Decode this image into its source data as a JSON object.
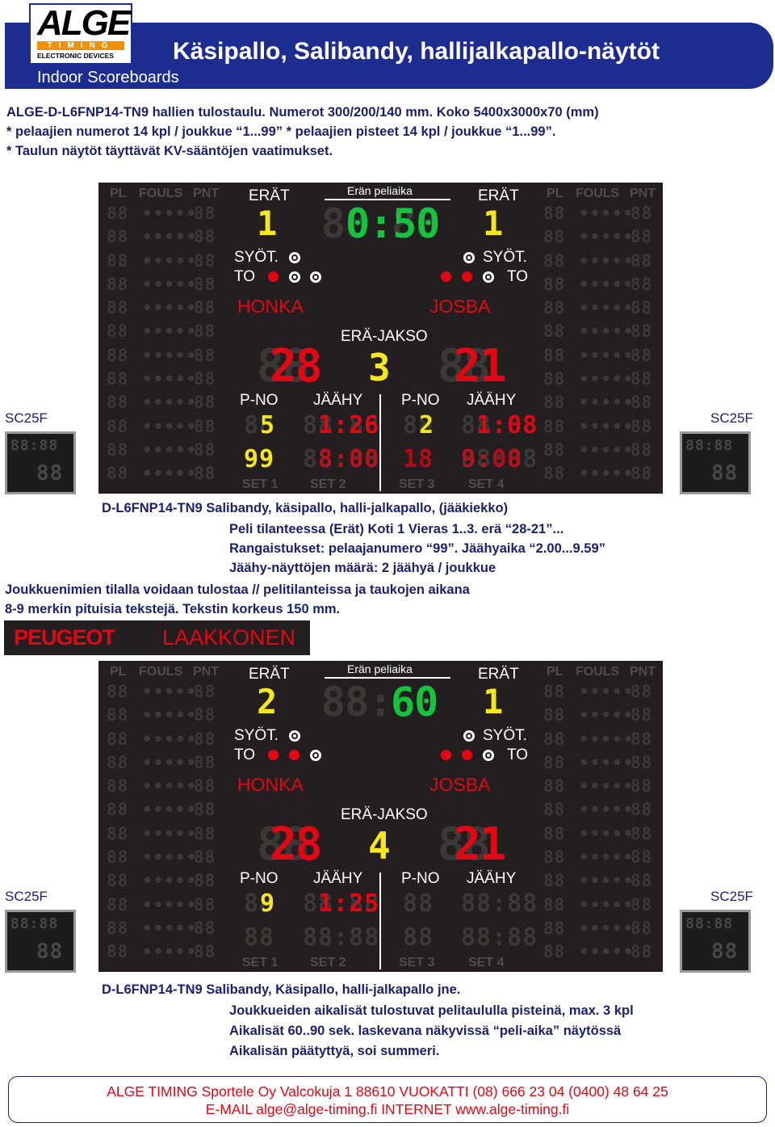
{
  "header": {
    "logo_alge": "ALGE",
    "logo_timing": "TIMING",
    "logo_sub": "ELECTRONIC DEVICES",
    "title": "Käsipallo, Salibandy, hallijalkapallo-näytöt",
    "subtitle": "Indoor Scoreboards",
    "colors": {
      "banner": "#1d2d8f",
      "text": "#1b1f6e",
      "led_red": "#e30613",
      "led_yellow": "#f5e71c",
      "led_green": "#14c43c"
    }
  },
  "intro": {
    "line1": "ALGE-D-L6FNP14-TN9 hallien tulostaulu. Numerot 300/200/140 mm. Koko 5400x3000x70 (mm)",
    "line2": "* pelaajien numerot 14 kpl / joukkue “1...99”  * pelaajien pisteet 14 kpl / joukkue “1...99”.",
    "line3": "* Taulun näytöt täyttävät KV-sääntöjen vaatimukset."
  },
  "board_labels": {
    "pl": "PL",
    "fouls": "FOULS",
    "pnt": "PNT",
    "erat": "ERÄT",
    "eran_peliaika": "Erän peliaika",
    "syot": "SYÖT.",
    "to": "TO",
    "era_jakso": "ERÄ-JAKSO",
    "pno": "P-NO",
    "jaahy": "JÄÄHY",
    "set1": "SET 1",
    "set2": "SET 2",
    "set3": "SET 3",
    "set4": "SET 4",
    "sc25f": "SC25F"
  },
  "board1": {
    "home_team": "HONKA",
    "away_team": "JOSBA",
    "home_sets": "1",
    "away_sets": "1",
    "time_ghost": "88:88",
    "time": "0:50",
    "home_score": "28",
    "away_score": "21",
    "period": "3",
    "home_pno1": "5",
    "home_pen1": "1:26",
    "home_pno2": "99",
    "home_pen2": "8:00",
    "away_pno1": "2",
    "away_pen1": "1:08",
    "away_pno2": "18",
    "away_pen2": "9:00"
  },
  "caption1": {
    "line1": "D-L6FNP14-TN9 Salibandy, käsipallo, halli-jalkapallo, (jääkiekko)",
    "line2": "Peli tilanteessa (Erät) Koti 1 Vieras 1..3. erä “28-21”...",
    "line3": "Rangaistukset: pelaajanumero “99”. Jäähyaika “2.00...9.59”",
    "line4": "Jäähy-näyttöjen määrä:  2 jäähyä / joukkue",
    "line5": "Joukkuenimien tilalla voidaan tulostaa // pelitilanteissa ja taukojen aikana",
    "line6": "8-9 merkin pituisia tekstejä. Tekstin korkeus 150 mm."
  },
  "sample_strip": {
    "left": "PEUGEOT",
    "right": "LAAKKONEN"
  },
  "board2": {
    "home_team": "HONKA",
    "away_team": "JOSBA",
    "home_sets": "2",
    "away_sets": "1",
    "time_ghost": "88:",
    "time": "60",
    "home_score": "28",
    "away_score": "21",
    "period": "4",
    "home_pno1": "9",
    "home_pen1": "1:25"
  },
  "caption2": {
    "line1": "D-L6FNP14-TN9 Salibandy, Käsipallo, halli-jalkapallo jne.",
    "line2": "Joukkueiden aikalisät tulostuvat pelitaululla pisteinä, max. 3 kpl",
    "line3": "Aikalisät 60..90 sek. laskevana näkyvissä “peli-aika” näytössä",
    "line4": "Aikalisän päätyttyä, soi summeri."
  },
  "footer": {
    "line1": "ALGE TIMING  Sportele  Oy  Valcokuja 1   88610 VUOKATTI  (08) 666 23 04  (0400) 48 64 25",
    "line2": "E-MAIL  alge@alge-timing.fi   INTERNET  www.alge-timing.fi"
  },
  "ghost": {
    "d2": "88",
    "d1": "8",
    "time": "88:88",
    "dots": "•••••"
  }
}
